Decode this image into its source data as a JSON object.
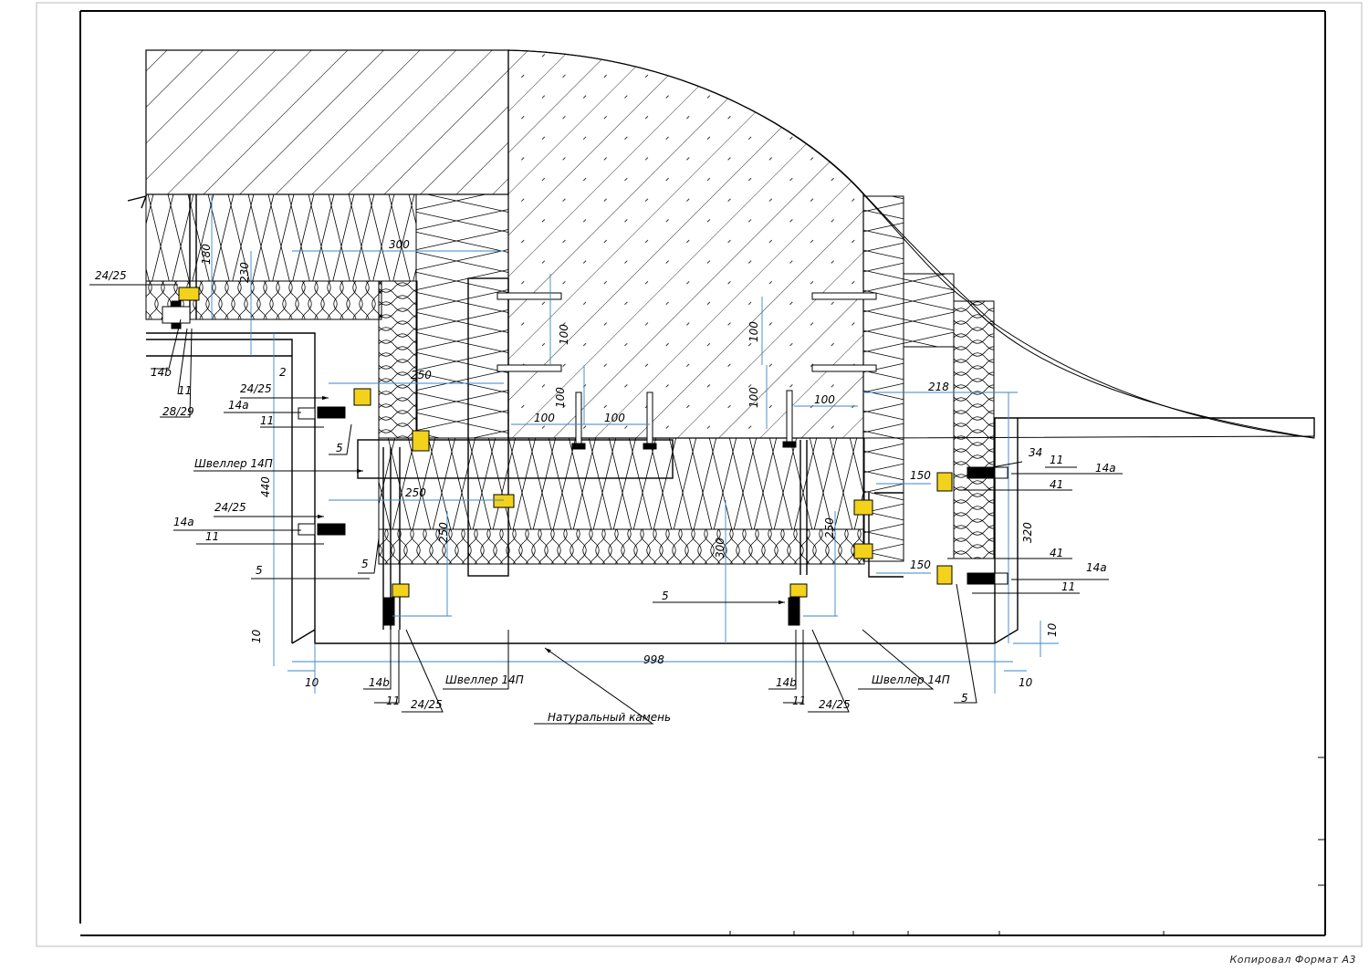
{
  "format_stamp": "Копировал Формат А3",
  "callouts": {
    "c24_25": "24/25",
    "c14b": "14b",
    "c11": "11",
    "c28_29": "28/29",
    "c14a": "14a",
    "c5": "5",
    "c34": "34",
    "c41": "41",
    "shveller": "Швеллер 14П",
    "stone": "Натуральный камень"
  },
  "dims": {
    "d180": "180",
    "d230": "230",
    "d300": "300",
    "d2": "2",
    "d250": "250",
    "d440": "440",
    "d100": "100",
    "d218": "218",
    "d150": "150",
    "d320": "320",
    "d10": "10",
    "d998": "998"
  },
  "colors": {
    "line": "#000000",
    "dim": "#3a86c8",
    "fastener": "#f2d21b"
  }
}
